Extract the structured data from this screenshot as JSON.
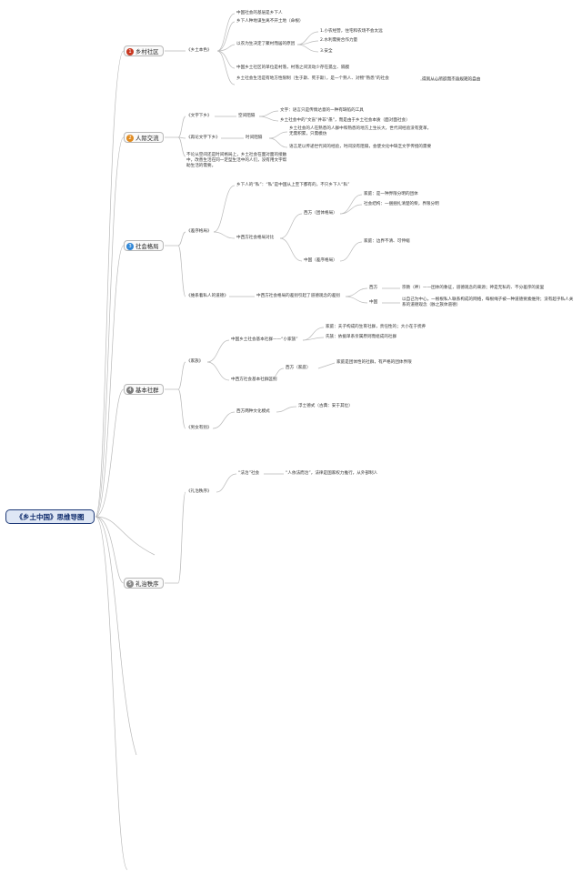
{
  "root": "《乡土中国》思维导图",
  "colors": {
    "root_border": "#1e3a78",
    "root_fill": "#dfe7f5",
    "line": "#b9b9b9",
    "b1": "#c8371f",
    "b2": "#e08a1e",
    "b3": "#2f86d6",
    "b4": "#7b7b7b",
    "b5": "#8a8a8a"
  },
  "topics": [
    {
      "num": "1",
      "label": "乡村社区"
    },
    {
      "num": "2",
      "label": "人际交流"
    },
    {
      "num": "3",
      "label": "社会格局"
    },
    {
      "num": "4",
      "label": "基本社群"
    },
    {
      "num": "5",
      "label": "礼治秩序"
    }
  ],
  "t1": {
    "a": "《乡土本色》",
    "b1": "中国社会的基层是乡下人",
    "b2": "乡下人种地谋生离不开土地（命根）",
    "b3": "以农为生决定了聚村而居的原因",
    "c1": "1.小农经营，住宅和农场不会太远",
    "c2": "2.水利需要合作力量",
    "c3": "3.安全",
    "b4": "中国乡土社区的单位是村落，村落之间流动少存在孤立、隔膜",
    "b5": "乡土社会生活是有地方性限制（生于斯、死于斯），是一个熟人、对物“熟悉”的社会",
    "c4": "得到从心所欲而不逾规矩的自由"
  },
  "t2": {
    "a1": "《文字下乡》",
    "b1": "空间阻隔",
    "c1": "文字：语言只是传情达意的一种有缺陷的工具",
    "c2": "乡土社会中的“文盲”并非“愚”，而是由于乡土社会本质（面对面社会）",
    "a2": "《再论文字下乡》",
    "b2": "时间阻隔",
    "c3": "乡土社会的人在熟悉的人群中和熟悉的地方上生长大，世代间经验没有变革，无需积累，只需模仿",
    "c4": "语言足以传递世代间的经验，时间没有阻隔，会使文化中缺乏文字传授的需要",
    "a3": "不论从空间还是时间格局上，乡土社会在面对面的接触中，改善生活在同一定型生活中的人们，没有用文字帮助生活的需要。"
  },
  "t3": {
    "a1": "《差序格局》",
    "b1": "乡下人的“私”：“私”是中国从上至下都有的，不只乡下人“私”",
    "b2": "中西方社会格局对比",
    "w": "西方（团体格局）",
    "w1": "家庭：是一种界限分明的团体",
    "w2": "社会结构：一捆捆扎清楚的柴，界限分明",
    "z": "中国（差序格局）",
    "z1": "家庭：边界不清、可伸缩",
    "a2": "《维系着私人的道德》",
    "b3": "中西方社会格局的差别引起了道德观念的差别",
    "c1": "西方",
    "d1": "宗教（神）——团体的象征，道德观念的来源；神是无私的、不分差序的爱里",
    "c2": "中国",
    "d2": "以自己为中心，一根根私人联系构成的网络，每根绳子被一种道德要素维持；没有超乎私人关系的道德观念（脉之族体道德）"
  },
  "t4": {
    "a1": "《家族》",
    "b1": "中国乡土社会基本社群——“小家族”",
    "c1": "家庭：夫子构成的生育社群，责任性的；大小在于抚养",
    "c2": "氏族：依据单系亲属原则而组成的社群",
    "b2": "中西方社会基本社群区别",
    "c3": "西方（家庭）",
    "d1": "家庭是团体性的社群，有严格的团体界限",
    "a2": "《男女有别》",
    "b3": "西方两种文化模式",
    "c4": "浮士德式（古典：安于其位）"
  },
  "t5": {
    "a1": "《礼治秩序》",
    "b1": "“法治”社会",
    "c1": "“人依法而治”，法律是国家权力推行，从外部制人"
  }
}
